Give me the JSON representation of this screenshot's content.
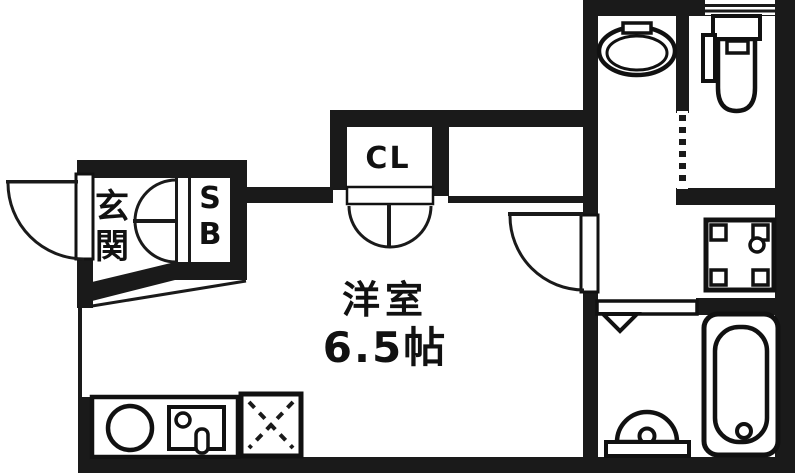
{
  "plan": {
    "type": "apartment-floor-plan",
    "labels": {
      "entrance": "玄関",
      "shoe_box": "SB",
      "closet": "CL",
      "room_name": "洋室",
      "room_size": "6.5帖"
    },
    "rooms": [
      {
        "name": "entrance",
        "label": "玄関"
      },
      {
        "name": "shoe-box",
        "label": "SB"
      },
      {
        "name": "closet",
        "label": "CL"
      },
      {
        "name": "western-room",
        "label": "洋室",
        "size": "6.5帖"
      },
      {
        "name": "toilet-room",
        "label": ""
      },
      {
        "name": "utility-area",
        "label": ""
      },
      {
        "name": "bathroom",
        "label": ""
      },
      {
        "name": "kitchen-area",
        "label": ""
      }
    ],
    "fixtures": [
      "toilet",
      "vanity-sink",
      "washing-machine-pan",
      "bathtub",
      "wash-basin",
      "kitchen-counter",
      "burner",
      "kitchen-sink",
      "faucet",
      "refrigerator-space",
      "window",
      "entrance-door",
      "double-doors",
      "closet-doors",
      "room-door",
      "folding-bath-door"
    ],
    "colors": {
      "wall": "#1a1a1a",
      "background": "#ffffff",
      "line": "#111111"
    }
  }
}
